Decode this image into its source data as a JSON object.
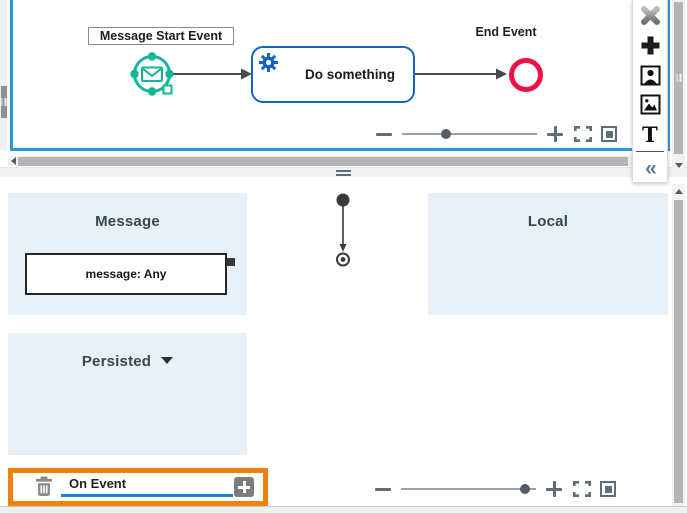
{
  "diagram": {
    "start_event_label": "Message Start Event",
    "task_label": "Do something",
    "end_event_label": "End Event"
  },
  "panels": {
    "message": {
      "title": "Message",
      "item_label": "message: Any"
    },
    "local": {
      "title": "Local"
    },
    "persisted": {
      "title": "Persisted"
    }
  },
  "event_bar": {
    "event_name": "On Event"
  },
  "toolbar": {
    "icons": [
      "close-icon",
      "add-icon",
      "participant-icon",
      "image-icon",
      "text-tool-icon",
      "collapse-icon"
    ],
    "text_tool_glyph": "T",
    "collapse_glyph": "«"
  },
  "colors": {
    "accent_teal": "#12b598",
    "accent_red": "#ee1147",
    "accent_blue": "#1565c0",
    "canvas_border_blue": "#2e9ad5",
    "pool_background": "#e8f1f8",
    "highlight_orange": "#ed820c",
    "input_underline_blue": "#1a84d8"
  }
}
